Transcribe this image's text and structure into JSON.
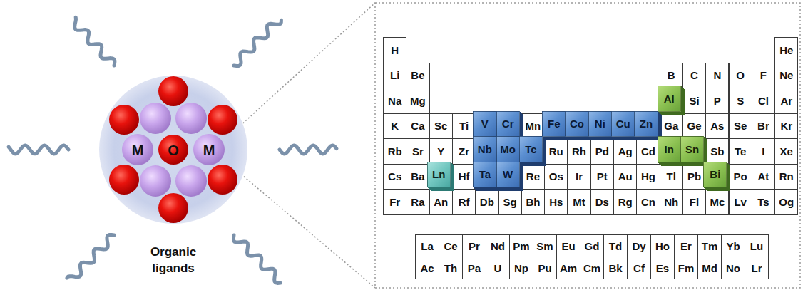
{
  "diagram": {
    "labels": [
      "M",
      "O",
      "M",
      "Organic ligands",
      "H",
      "He",
      "Li",
      "Be",
      "B",
      "C",
      "N",
      "O",
      "F",
      "Ne",
      "Na",
      "Mg",
      "Al",
      "Si",
      "P",
      "S",
      "Cl",
      "Ar",
      "K",
      "Ca",
      "Sc",
      "Ti",
      "V",
      "Cr",
      "Mn",
      "Fe",
      "Co",
      "Ni",
      "Cu",
      "Zn",
      "Ga",
      "Ge",
      "As",
      "Se",
      "Br",
      "Kr",
      "Rb",
      "Sr",
      "Y",
      "Zr",
      "Nb",
      "Mo",
      "Tc",
      "Ru",
      "Rh",
      "Pd",
      "Ag",
      "Cd",
      "In",
      "Sn",
      "Sb",
      "Te",
      "I",
      "Xe",
      "Cs",
      "Ba",
      "Ln",
      "Hf",
      "Ta",
      "W",
      "Re",
      "Os",
      "Ir",
      "Pt",
      "Au",
      "Hg",
      "Tl",
      "Pb",
      "Bi",
      "Po",
      "At",
      "Rn",
      "Fr",
      "Ra",
      "An",
      "Rf",
      "Db",
      "Sg",
      "Bh",
      "Hs",
      "Mt",
      "Ds",
      "Rg",
      "Cn",
      "Nh",
      "Fl",
      "Mc",
      "Lv",
      "Ts",
      "Og",
      "La",
      "Ce",
      "Pr",
      "Nd",
      "Pm",
      "Sm",
      "Eu",
      "Gd",
      "Td",
      "Dy",
      "Ho",
      "Er",
      "Tm",
      "Yb",
      "Lu",
      "Ac",
      "Th",
      "Pa",
      "U",
      "Np",
      "Pu",
      "Am",
      "Cm",
      "Bk",
      "Cf",
      "Es",
      "Fm",
      "Md",
      "No",
      "Lr"
    ]
  }
}
